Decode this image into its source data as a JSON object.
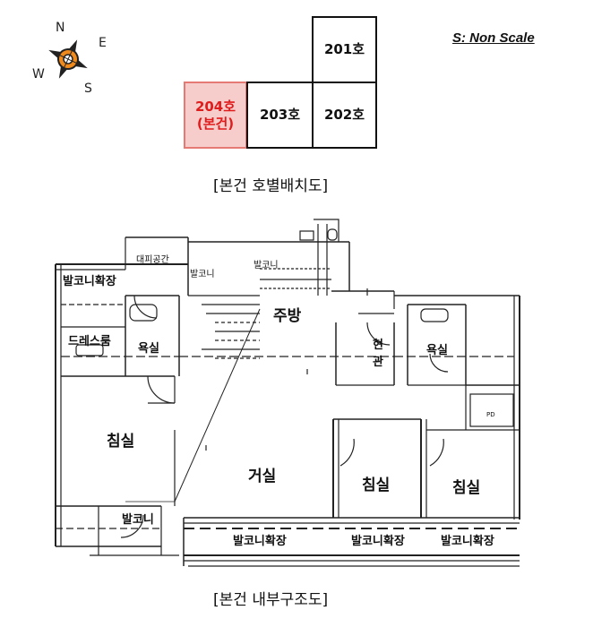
{
  "compass": {
    "north": "N",
    "south": "S",
    "east": "E",
    "west": "W"
  },
  "scale_note": "S: Non Scale",
  "unit_layout": {
    "caption": "[본건 호별배치도]",
    "units": {
      "u201": "201호",
      "u202": "202호",
      "u203": "203호",
      "u204_line1": "204호",
      "u204_line2": "(본건)"
    },
    "highlight_color": "#e01b1b",
    "highlight_fill": "#f7cdcb"
  },
  "floor_plan": {
    "caption": "[본건 내부구조도]",
    "rooms": {
      "balcony_ext_top": "발코니확장",
      "dress_room": "드레스룸",
      "bath_master": "욕실",
      "bedroom_master": "침실",
      "balcony_bottom_left": "발코니",
      "kitchen": "주방",
      "living": "거실",
      "entrance_1": "현",
      "entrance_2": "관",
      "bath_common": "욕실",
      "bedroom_2": "침실",
      "bedroom_3": "침실",
      "balcony_ext_1": "발코니확장",
      "balcony_ext_2": "발코니확장",
      "balcony_ext_3": "발코니확장",
      "evac_space": "대피공간",
      "balcony_top": "발코니",
      "balcony_small": "발코니",
      "pd": "PD"
    }
  }
}
